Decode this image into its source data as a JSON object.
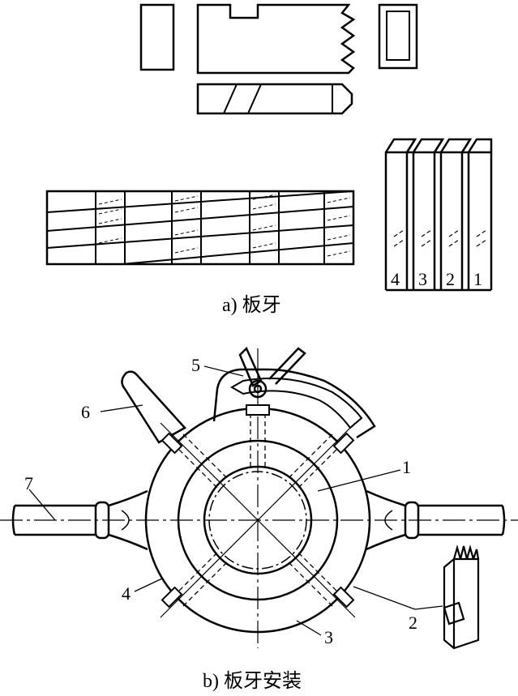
{
  "figure": {
    "caption_a": "a) 板牙",
    "caption_b": "b) 板牙安装",
    "die_set_numbers": [
      "4",
      "3",
      "2",
      "1"
    ],
    "callouts": {
      "c1": "1",
      "c2": "2",
      "c3": "3",
      "c4": "4",
      "c5": "5",
      "c6": "6",
      "c7": "7"
    }
  }
}
